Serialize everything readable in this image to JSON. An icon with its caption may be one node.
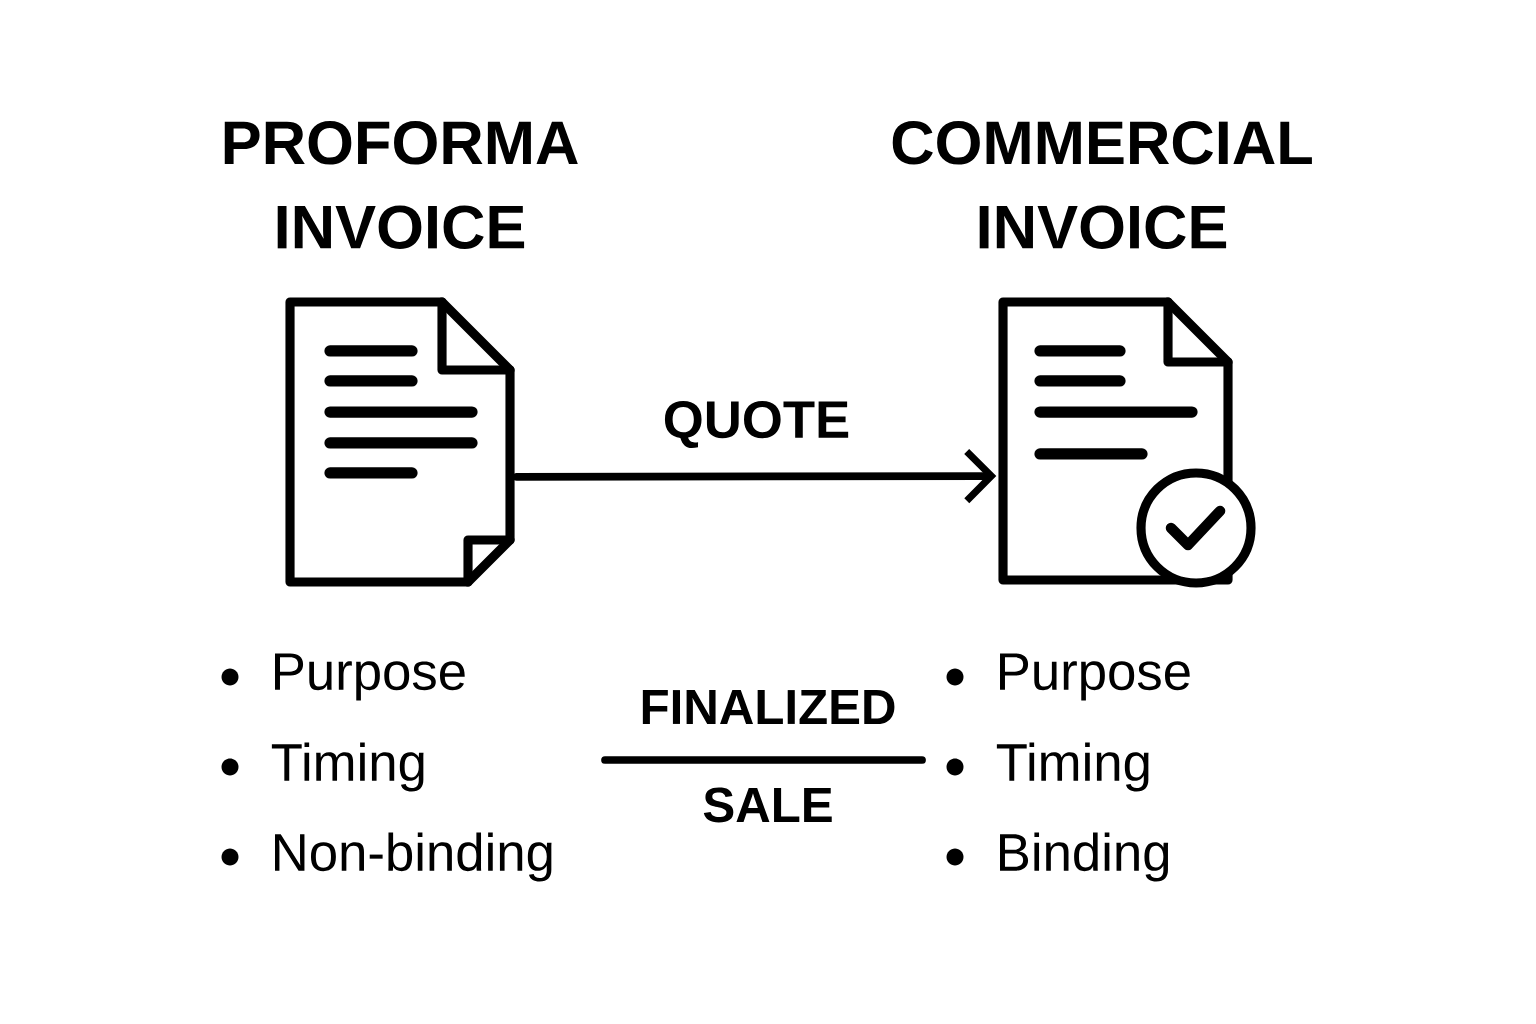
{
  "diagram": {
    "nodes": [
      {
        "text": [
          "PROFORMA INVOICE"
        ]
      },
      {
        "text": [
          "COMMERCIAL INVOICE"
        ]
      }
    ],
    "edges": [
      {
        "from": 0,
        "to": 1,
        "arrow": "to",
        "label": "QUOTE"
      }
    ],
    "labels": [
      "Purpose",
      "Timing",
      "Non-binding",
      "FINALIZED",
      "SALE",
      "Purpose",
      "Timing",
      "Binding"
    ]
  }
}
